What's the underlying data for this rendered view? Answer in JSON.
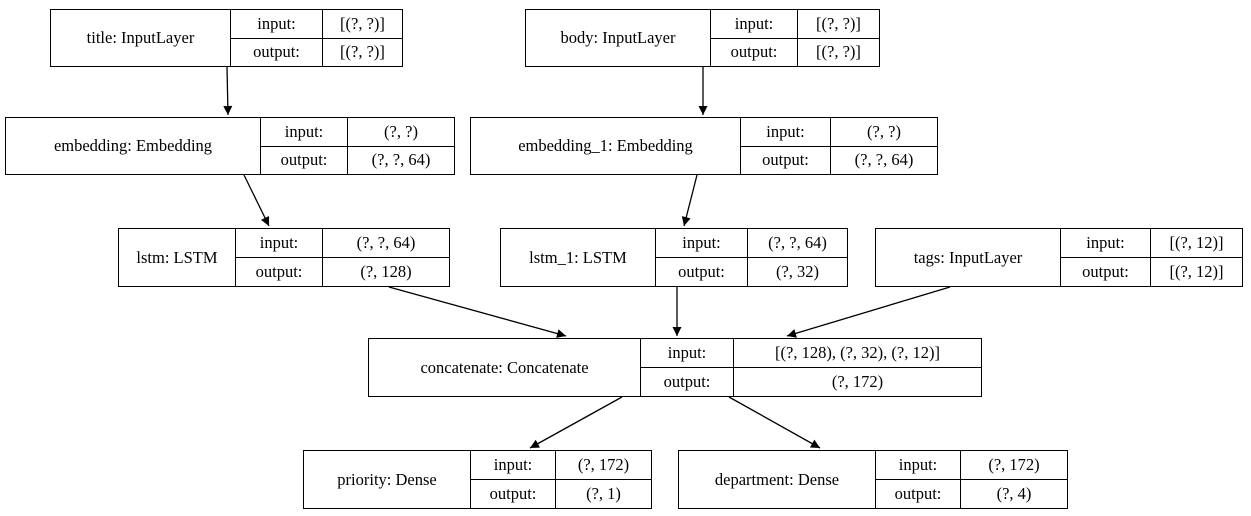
{
  "diagram": {
    "type": "keras-model-graph",
    "background_color": "#ffffff",
    "line_color": "#000000",
    "nodes": [
      {
        "id": "title",
        "label": "title: InputLayer",
        "rows": [
          {
            "key": "input:",
            "value": "[(?, ?)]"
          },
          {
            "key": "output:",
            "value": "[(?, ?)]"
          }
        ]
      },
      {
        "id": "body",
        "label": "body: InputLayer",
        "rows": [
          {
            "key": "input:",
            "value": "[(?, ?)]"
          },
          {
            "key": "output:",
            "value": "[(?, ?)]"
          }
        ]
      },
      {
        "id": "embedding",
        "label": "embedding: Embedding",
        "rows": [
          {
            "key": "input:",
            "value": "(?, ?)"
          },
          {
            "key": "output:",
            "value": "(?, ?, 64)"
          }
        ]
      },
      {
        "id": "embedding_1",
        "label": "embedding_1: Embedding",
        "rows": [
          {
            "key": "input:",
            "value": "(?, ?)"
          },
          {
            "key": "output:",
            "value": "(?, ?, 64)"
          }
        ]
      },
      {
        "id": "lstm",
        "label": "lstm: LSTM",
        "rows": [
          {
            "key": "input:",
            "value": "(?, ?, 64)"
          },
          {
            "key": "output:",
            "value": "(?, 128)"
          }
        ]
      },
      {
        "id": "lstm_1",
        "label": "lstm_1: LSTM",
        "rows": [
          {
            "key": "input:",
            "value": "(?, ?, 64)"
          },
          {
            "key": "output:",
            "value": "(?, 32)"
          }
        ]
      },
      {
        "id": "tags",
        "label": "tags: InputLayer",
        "rows": [
          {
            "key": "input:",
            "value": "[(?, 12)]"
          },
          {
            "key": "output:",
            "value": "[(?, 12)]"
          }
        ]
      },
      {
        "id": "concatenate",
        "label": "concatenate: Concatenate",
        "rows": [
          {
            "key": "input:",
            "value": "[(?, 128), (?, 32), (?, 12)]"
          },
          {
            "key": "output:",
            "value": "(?, 172)"
          }
        ]
      },
      {
        "id": "priority",
        "label": "priority: Dense",
        "rows": [
          {
            "key": "input:",
            "value": "(?, 172)"
          },
          {
            "key": "output:",
            "value": "(?, 1)"
          }
        ]
      },
      {
        "id": "department",
        "label": "department: Dense",
        "rows": [
          {
            "key": "input:",
            "value": "(?, 172)"
          },
          {
            "key": "output:",
            "value": "(?, 4)"
          }
        ]
      }
    ],
    "edges": [
      {
        "from": "title",
        "to": "embedding"
      },
      {
        "from": "body",
        "to": "embedding_1"
      },
      {
        "from": "embedding",
        "to": "lstm"
      },
      {
        "from": "embedding_1",
        "to": "lstm_1"
      },
      {
        "from": "lstm",
        "to": "concatenate"
      },
      {
        "from": "lstm_1",
        "to": "concatenate"
      },
      {
        "from": "tags",
        "to": "concatenate"
      },
      {
        "from": "concatenate",
        "to": "priority"
      },
      {
        "from": "concatenate",
        "to": "department"
      }
    ]
  }
}
